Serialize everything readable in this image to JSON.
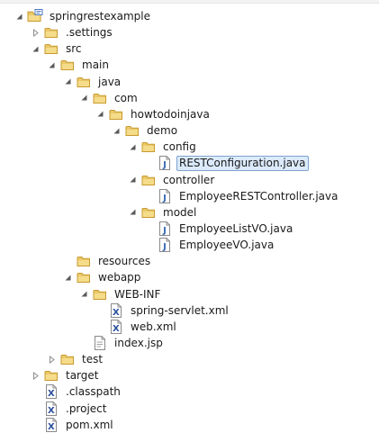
{
  "tree": [
    {
      "label": "springrestexample",
      "icon": "project-icon",
      "twisty": "expanded",
      "depth": 0
    },
    {
      "label": ".settings",
      "icon": "folder-icon",
      "twisty": "collapsed",
      "depth": 1
    },
    {
      "label": "src",
      "icon": "folder-icon",
      "twisty": "expanded",
      "depth": 1
    },
    {
      "label": "main",
      "icon": "folder-icon",
      "twisty": "expanded",
      "depth": 2
    },
    {
      "label": "java",
      "icon": "folder-icon",
      "twisty": "expanded",
      "depth": 3
    },
    {
      "label": "com",
      "icon": "folder-icon",
      "twisty": "expanded",
      "depth": 4
    },
    {
      "label": "howtodoinjava",
      "icon": "folder-icon",
      "twisty": "expanded",
      "depth": 5
    },
    {
      "label": "demo",
      "icon": "folder-icon",
      "twisty": "expanded",
      "depth": 6
    },
    {
      "label": "config",
      "icon": "folder-icon",
      "twisty": "expanded",
      "depth": 7
    },
    {
      "label": "RESTConfiguration.java",
      "icon": "java-file-icon",
      "twisty": "none",
      "depth": 8,
      "selected": true
    },
    {
      "label": "controller",
      "icon": "folder-icon",
      "twisty": "expanded",
      "depth": 7
    },
    {
      "label": "EmployeeRESTController.java",
      "icon": "java-file-icon",
      "twisty": "none",
      "depth": 8
    },
    {
      "label": "model",
      "icon": "folder-icon",
      "twisty": "expanded",
      "depth": 7
    },
    {
      "label": "EmployeeListVO.java",
      "icon": "java-file-icon",
      "twisty": "none",
      "depth": 8
    },
    {
      "label": "EmployeeVO.java",
      "icon": "java-file-icon",
      "twisty": "none",
      "depth": 8
    },
    {
      "label": "resources",
      "icon": "folder-icon",
      "twisty": "none",
      "depth": 3
    },
    {
      "label": "webapp",
      "icon": "folder-icon",
      "twisty": "expanded",
      "depth": 3
    },
    {
      "label": "WEB-INF",
      "icon": "folder-icon",
      "twisty": "expanded",
      "depth": 4
    },
    {
      "label": "spring-servlet.xml",
      "icon": "xml-file-icon",
      "twisty": "none",
      "depth": 5
    },
    {
      "label": "web.xml",
      "icon": "xml-file-icon",
      "twisty": "none",
      "depth": 5
    },
    {
      "label": "index.jsp",
      "icon": "jsp-file-icon",
      "twisty": "none",
      "depth": 4
    },
    {
      "label": "test",
      "icon": "folder-icon",
      "twisty": "collapsed",
      "depth": 2
    },
    {
      "label": "target",
      "icon": "folder-icon",
      "twisty": "collapsed",
      "depth": 1
    },
    {
      "label": ".classpath",
      "icon": "xml-file-icon",
      "twisty": "none",
      "depth": 1
    },
    {
      "label": ".project",
      "icon": "xml-file-icon",
      "twisty": "none",
      "depth": 1
    },
    {
      "label": "pom.xml",
      "icon": "xml-file-icon",
      "twisty": "none",
      "depth": 1
    }
  ],
  "colors": {
    "folder": "#e9c96a",
    "folder_dark": "#c99a2e",
    "selection_bg": "#dcebfc",
    "selection_border": "#7da2ce",
    "java_blue": "#3a6ab5",
    "xml_blue": "#2c4f9e"
  }
}
